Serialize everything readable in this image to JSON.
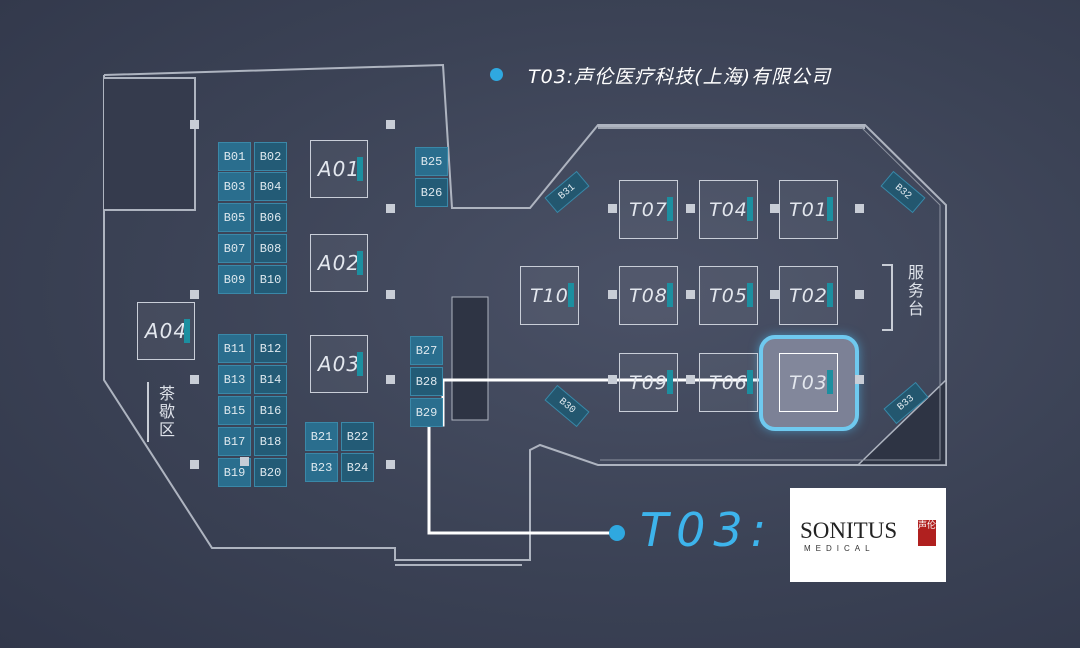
{
  "legend": {
    "text": "T03:声伦医疗科技(上海)有限公司",
    "dot_color": "#2fa8e0"
  },
  "callout": {
    "text": "T03:",
    "color": "#3db4ec"
  },
  "logo": {
    "name": "SONITUS",
    "sub": "MEDICAL",
    "mark": "声伦"
  },
  "a_booths": [
    "A01",
    "A02",
    "A03",
    "A04"
  ],
  "b_booths": [
    "B01",
    "B02",
    "B03",
    "B04",
    "B05",
    "B06",
    "B07",
    "B08",
    "B09",
    "B10",
    "B11",
    "B12",
    "B13",
    "B14",
    "B15",
    "B16",
    "B17",
    "B18",
    "B19",
    "B20",
    "B21",
    "B22",
    "B23",
    "B24",
    "B25",
    "B26",
    "B27",
    "B28",
    "B29"
  ],
  "diag_booths": [
    "B31",
    "B32",
    "B30",
    "B33"
  ],
  "t_booths": [
    "T07",
    "T04",
    "T01",
    "T10",
    "T08",
    "T05",
    "T02",
    "T09",
    "T06",
    "T03"
  ],
  "labels": {
    "service_desk": "服务台",
    "tea_area": "茶歇区"
  },
  "highlight_booth": "T03",
  "colors": {
    "booth_b": "#2a6e8e",
    "highlight": "#6fc9ef",
    "background": "#3b4255"
  }
}
